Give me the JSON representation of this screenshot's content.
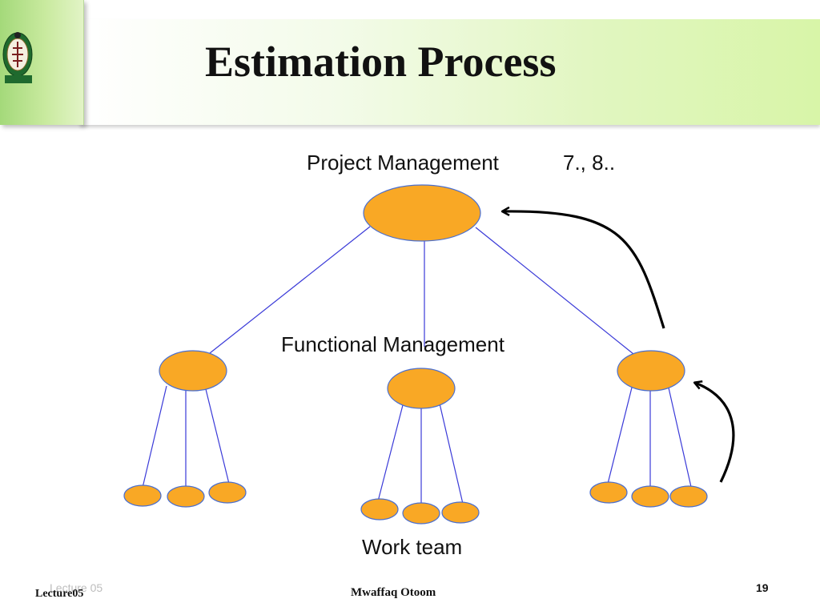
{
  "slide": {
    "title": "Estimation Process",
    "logo_icon": "university-seal-icon"
  },
  "diagram": {
    "top_label": "Project Management",
    "top_refs": "7., 8..",
    "middle_label": "Functional Management",
    "bottom_label": "Work team",
    "node_color": "#f9a825",
    "node_stroke": "#4a6fd0",
    "line_color": "#3a3ad8",
    "arrow_color": "#000000"
  },
  "footer": {
    "ghost_text": "Lecture 05",
    "left": "Lecture05",
    "center": "Mwaffaq Otoom",
    "page": "19"
  }
}
